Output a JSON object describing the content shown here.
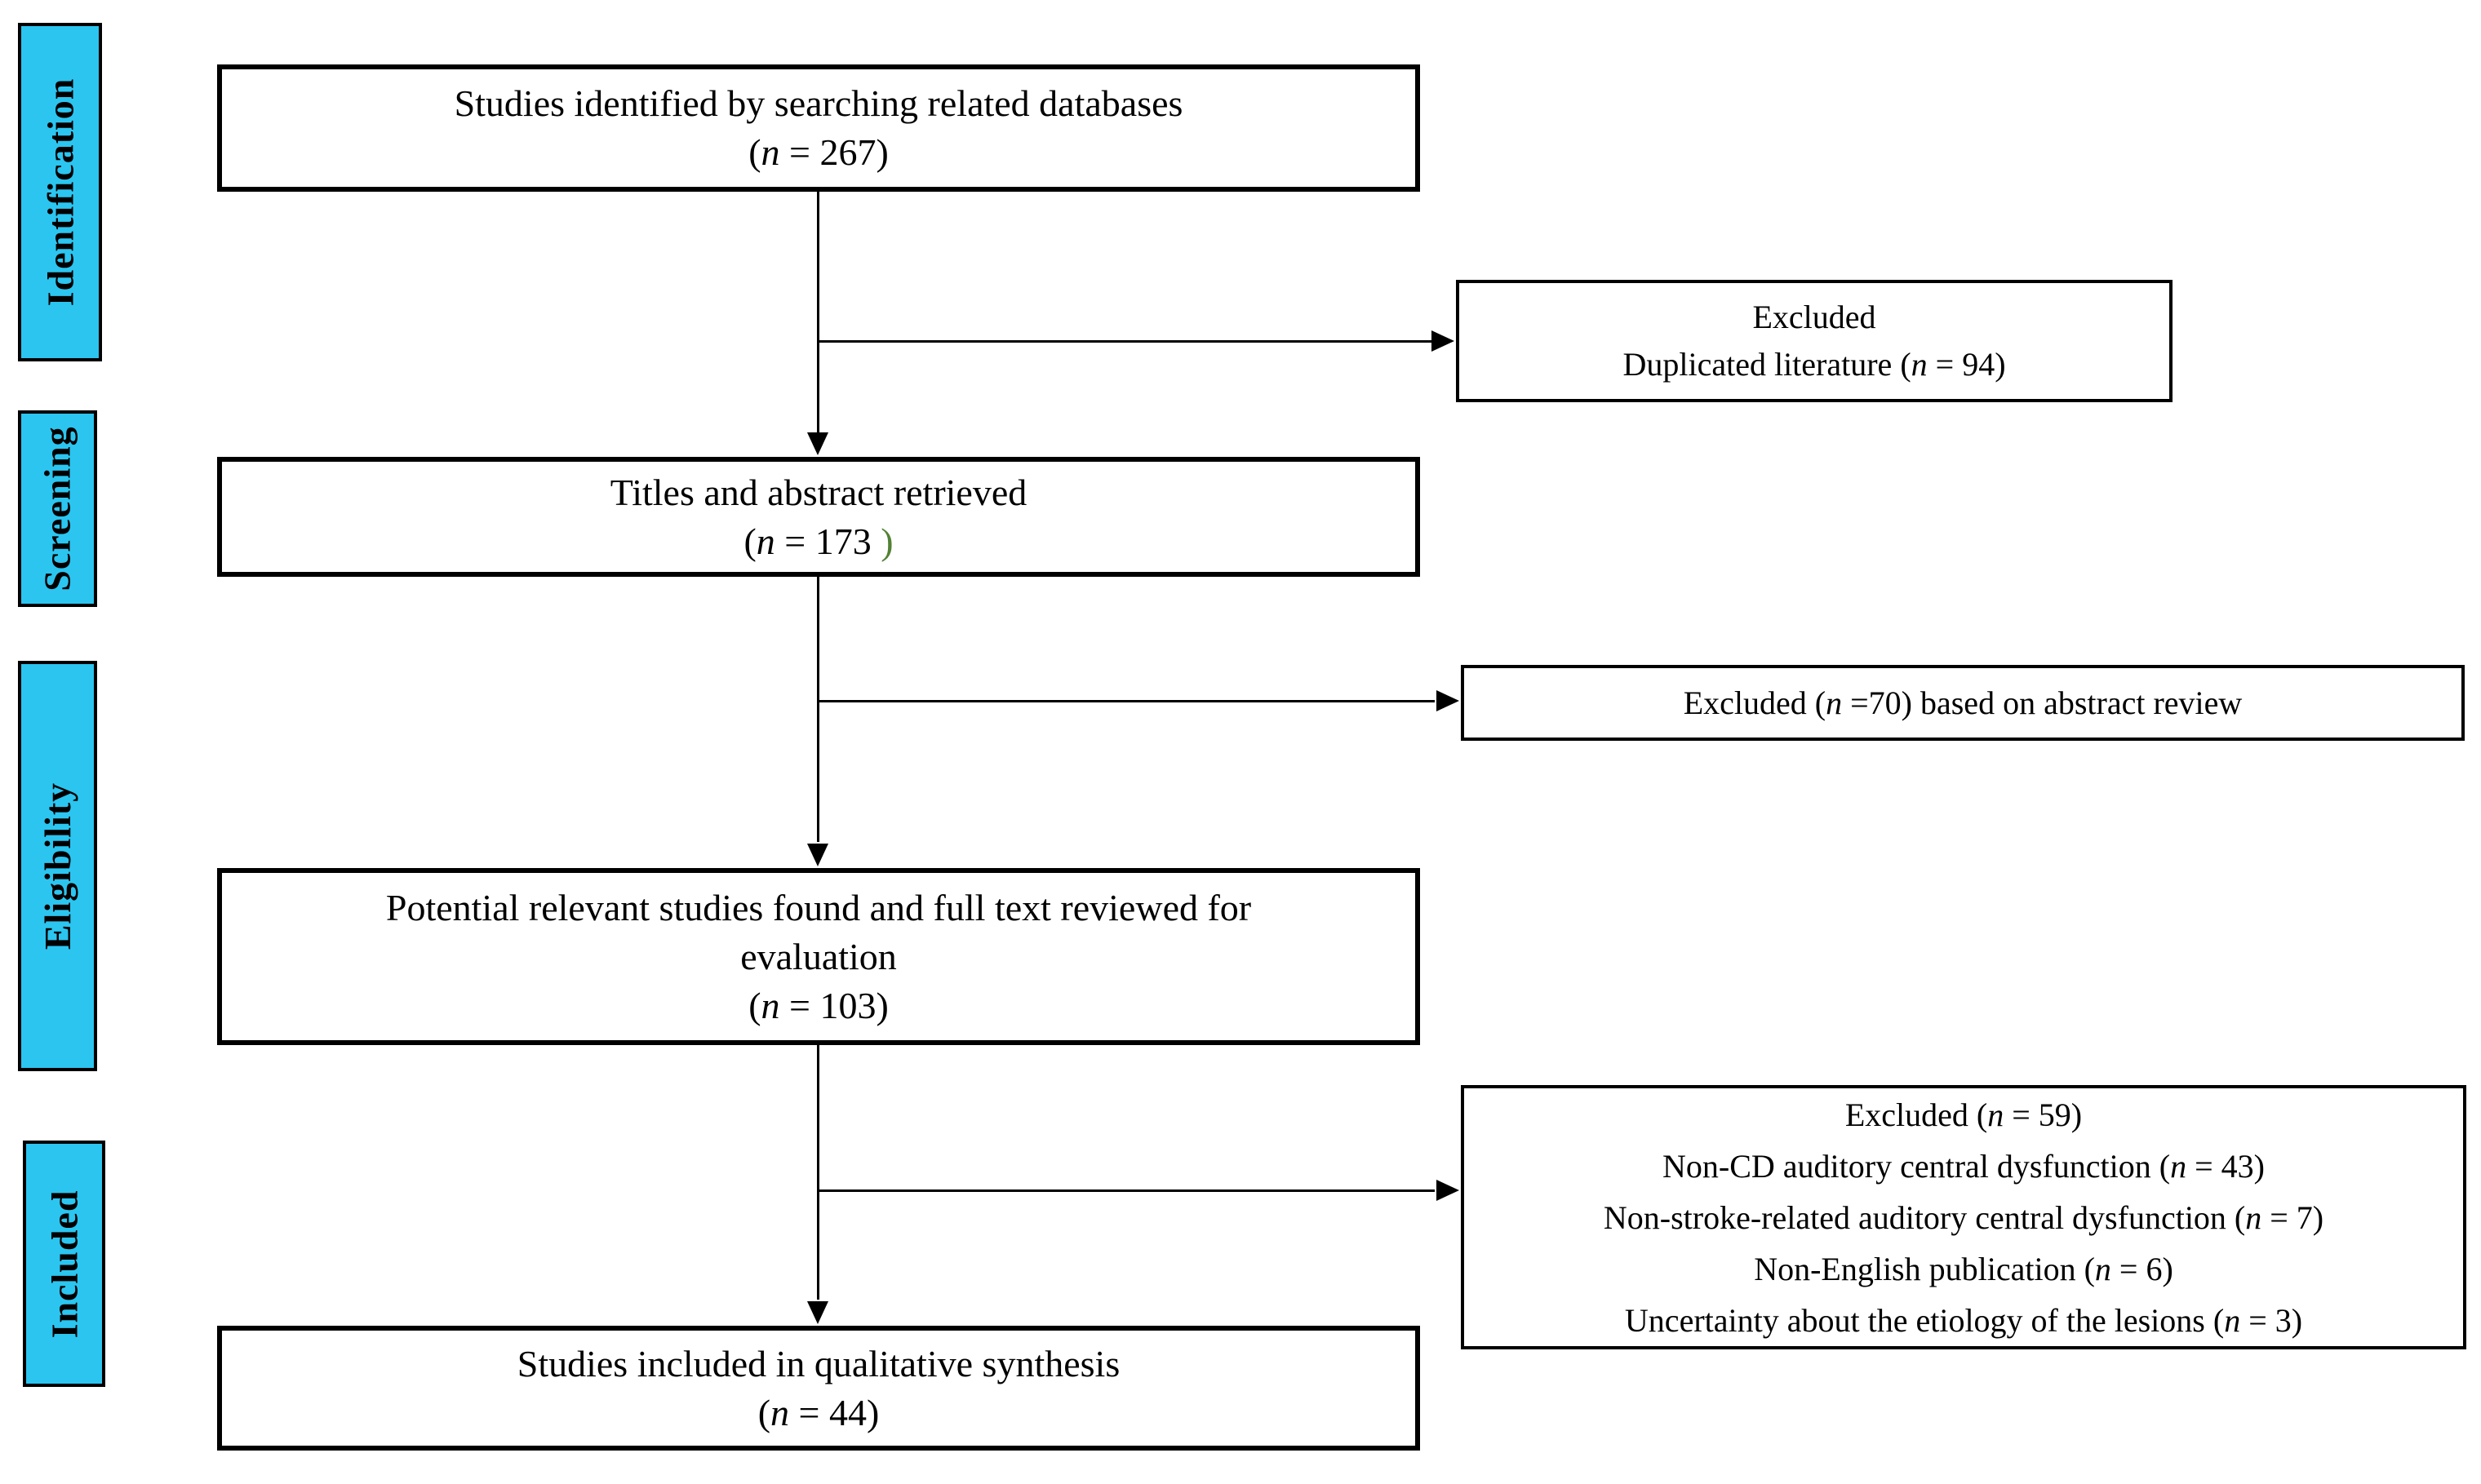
{
  "palette": {
    "stage_fill_cyan": "#2BC5F0",
    "green_parenthesis": "#538135",
    "line_black": "#000000"
  },
  "stages": [
    {
      "id": "identification",
      "label": "Identification"
    },
    {
      "id": "screening",
      "label": "Screening"
    },
    {
      "id": "eligibility",
      "label": "Eligibility"
    },
    {
      "id": "included",
      "label": "Included"
    }
  ],
  "main_flow": [
    {
      "id": "identified",
      "lines": [
        [
          {
            "t": "Studies identified by searching related databases"
          }
        ],
        [
          {
            "t": "("
          },
          {
            "t": "n",
            "i": true
          },
          {
            "t": " = 267)"
          }
        ]
      ]
    },
    {
      "id": "retrieved",
      "lines": [
        [
          {
            "t": "Titles and abstract retrieved"
          }
        ],
        [
          {
            "t": "("
          },
          {
            "t": "n",
            "i": true
          },
          {
            "t": " = 173 "
          },
          {
            "t": ")",
            "c": "green"
          }
        ]
      ]
    },
    {
      "id": "full-text-review",
      "lines": [
        [
          {
            "t": "Potential relevant studies found and full text reviewed for"
          }
        ],
        [
          {
            "t": "evaluation"
          }
        ],
        [
          {
            "t": "("
          },
          {
            "t": "n",
            "i": true
          },
          {
            "t": " = 103)"
          }
        ]
      ]
    },
    {
      "id": "qualitative-synthesis",
      "lines": [
        [
          {
            "t": "Studies included in qualitative synthesis"
          }
        ],
        [
          {
            "t": "("
          },
          {
            "t": "n",
            "i": true
          },
          {
            "t": " = 44)"
          }
        ]
      ]
    }
  ],
  "exclusion_boxes": [
    {
      "id": "duplicates",
      "lines": [
        [
          {
            "t": "Excluded"
          }
        ],
        [
          {
            "t": "Duplicated literature ("
          },
          {
            "t": "n",
            "i": true
          },
          {
            "t": " = 94)"
          }
        ]
      ]
    },
    {
      "id": "abstract-review",
      "lines": [
        [
          {
            "t": "Excluded ("
          },
          {
            "t": "n",
            "i": true
          },
          {
            "t": " =70) based on abstract review"
          }
        ]
      ]
    },
    {
      "id": "full-text-exclusions",
      "lines": [
        [
          {
            "t": "Excluded ("
          },
          {
            "t": "n",
            "i": true
          },
          {
            "t": " = 59)"
          }
        ],
        [
          {
            "t": "Non-CD auditory central dysfunction ("
          },
          {
            "t": "n",
            "i": true
          },
          {
            "t": " = 43)"
          }
        ],
        [
          {
            "t": "Non-stroke-related auditory central dysfunction ("
          },
          {
            "t": "n",
            "i": true
          },
          {
            "t": " = 7)"
          }
        ],
        [
          {
            "t": "Non-English publication ("
          },
          {
            "t": "n",
            "i": true
          },
          {
            "t": " = 6)"
          }
        ],
        [
          {
            "t": "Uncertainty about the etiology of the lesions ("
          },
          {
            "t": "n",
            "i": true
          },
          {
            "t": " = 3)"
          }
        ]
      ]
    }
  ]
}
